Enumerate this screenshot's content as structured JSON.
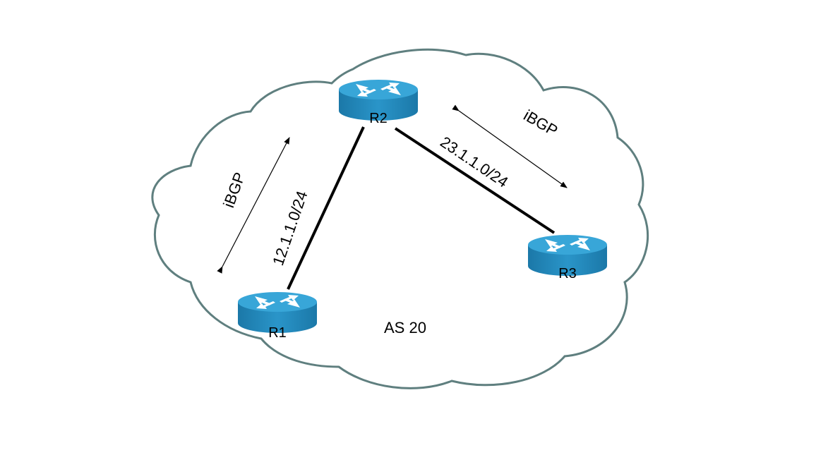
{
  "diagram": {
    "as_label": "AS 20",
    "routers": [
      {
        "id": "R1",
        "label": "R1"
      },
      {
        "id": "R2",
        "label": "R2"
      },
      {
        "id": "R3",
        "label": "R3"
      }
    ],
    "links": [
      {
        "from": "R1",
        "to": "R2",
        "label": "12.1.1.0/24"
      },
      {
        "from": "R2",
        "to": "R3",
        "label": "23.1.1.0/24"
      }
    ],
    "sessions": [
      {
        "between": [
          "R1",
          "R2"
        ],
        "label": "iBGP"
      },
      {
        "between": [
          "R2",
          "R3"
        ],
        "label": "iBGP"
      }
    ],
    "colors": {
      "cloud_stroke": "#5f7f7f",
      "router_top": "#3aa7d6",
      "router_side": "#1e7fb0",
      "router_arrows": "#ffffff",
      "link": "#000000"
    }
  }
}
